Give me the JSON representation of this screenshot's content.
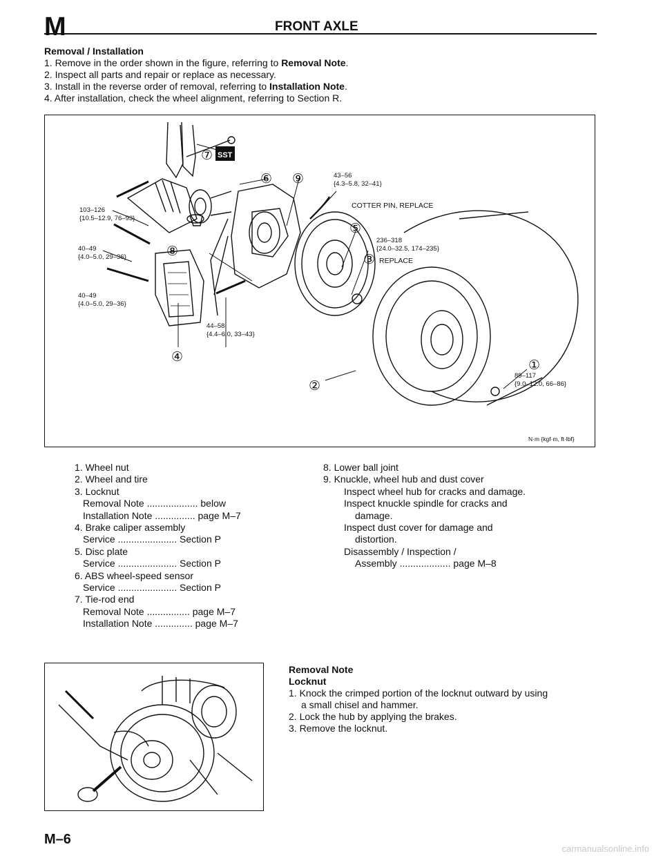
{
  "header": {
    "section_letter": "M",
    "title": "FRONT AXLE"
  },
  "intro": {
    "heading": "Removal / Installation",
    "step1_pre": "1. Remove in the order shown in the figure, referring to ",
    "step1_bold": "Removal Note",
    "step1_post": ".",
    "step2": "2. Inspect all parts and repair or replace as necessary.",
    "step3_pre": "3. Install in the reverse order of removal, referring to ",
    "step3_bold": "Installation Note",
    "step3_post": ".",
    "step4": "4. After installation, check the wheel alignment, referring to Section R."
  },
  "figure1": {
    "sst": "SST",
    "c1": "①",
    "c2": "②",
    "c3": "③",
    "c4": "④",
    "c5": "⑤",
    "c6": "⑥",
    "c7": "⑦",
    "c8": "⑧",
    "c9": "⑨",
    "t1a": "43–56",
    "t1b": "{4.3–5.8, 32–41}",
    "cotter": "COTTER PIN, REPLACE",
    "t2a": "103–126",
    "t2b": "{10.5–12.9, 76–93}",
    "t3a": "40–49",
    "t3b": "{4.0–5.0, 29–36}",
    "t4a": "40–49",
    "t4b": "{4.0–5.0, 29–36}",
    "t5a": "236–318",
    "t5b": "{24.0–32.5, 174–235}",
    "replace": "REPLACE",
    "t6a": "44–58",
    "t6b": "{4.4–6.0, 33–43}",
    "t7a": "89–117",
    "t7b": "{9.0–12.0, 66–86}",
    "units": "N·m {kgf·m, ft·lbf}"
  },
  "parts_left": [
    {
      "text": "1. Wheel nut",
      "indent": "ind1"
    },
    {
      "text": "2. Wheel and tire",
      "indent": "ind1"
    },
    {
      "text": "3. Locknut",
      "indent": "ind1"
    },
    {
      "text": "Removal Note ................... below",
      "indent": "ind2"
    },
    {
      "text": "Installation Note ............... page M–7",
      "indent": "ind2"
    },
    {
      "text": "4. Brake caliper assembly",
      "indent": "ind1"
    },
    {
      "text": "Service ...................... Section P",
      "indent": "ind2"
    },
    {
      "text": "5. Disc plate",
      "indent": "ind1"
    },
    {
      "text": "Service ...................... Section P",
      "indent": "ind2"
    },
    {
      "text": "6. ABS wheel-speed sensor",
      "indent": "ind1"
    },
    {
      "text": "Service ...................... Section P",
      "indent": "ind2"
    },
    {
      "text": "7. Tie-rod end",
      "indent": "ind1"
    },
    {
      "text": "Removal Note ................ page M–7",
      "indent": "ind2"
    },
    {
      "text": "Installation Note .............. page M–7",
      "indent": "ind2"
    }
  ],
  "parts_right": [
    {
      "text": "8. Lower ball joint",
      "indent": ""
    },
    {
      "text": "9. Knuckle, wheel hub and dust cover",
      "indent": ""
    },
    {
      "text": "Inspect wheel hub for cracks and damage.",
      "indent": "ind2"
    },
    {
      "text": "Inspect knuckle spindle for cracks and",
      "indent": "ind2"
    },
    {
      "text": "damage.",
      "indent": "ind3"
    },
    {
      "text": "Inspect dust cover for damage and",
      "indent": "ind2"
    },
    {
      "text": "distortion.",
      "indent": "ind3"
    },
    {
      "text": "Disassembly / Inspection /",
      "indent": "ind2"
    },
    {
      "text": "Assembly ................... page M–8",
      "indent": "ind3"
    }
  ],
  "removal_note": {
    "heading": "Removal Note",
    "subheading": "Locknut",
    "step1a": "1. Knock the crimped portion of the locknut outward by using",
    "step1b": "a small chisel and hammer.",
    "step2": "2. Lock the hub by applying the brakes.",
    "step3": "3. Remove the locknut."
  },
  "footer": {
    "page": "M–6"
  },
  "watermark": "carmanualsonline.info"
}
